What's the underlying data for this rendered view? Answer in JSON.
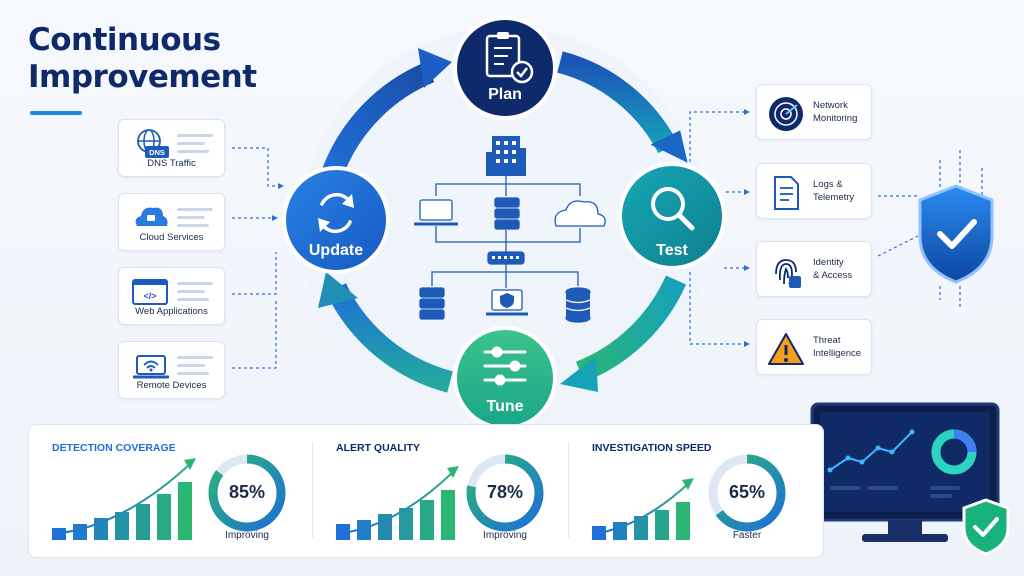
{
  "title": {
    "line1": "Continuous",
    "line2": "Improvement"
  },
  "cycle": {
    "plan": "Plan",
    "test": "Test",
    "tune": "Tune",
    "update": "Update"
  },
  "sources": [
    {
      "label": "DNS Traffic",
      "icon": "globe-icon",
      "badge": "DNS"
    },
    {
      "label": "Cloud Services",
      "icon": "cloud-icon"
    },
    {
      "label": "Web Applications",
      "icon": "code-window-icon",
      "badge": "</>"
    },
    {
      "label": "Remote Devices",
      "icon": "laptop-wifi-icon"
    }
  ],
  "capabilities": [
    {
      "line1": "Network",
      "line2": "Monitoring",
      "icon": "radar-icon"
    },
    {
      "line1": "Logs &",
      "line2": "Telemetry",
      "icon": "document-icon"
    },
    {
      "line1": "Identity",
      "line2": "& Access",
      "icon": "fingerprint-icon"
    },
    {
      "line1": "Threat",
      "line2": "Intelligence",
      "icon": "warning-icon"
    }
  ],
  "metrics": [
    {
      "title": "DETECTION COVERAGE",
      "percent": "85%",
      "value": 85,
      "status": "Improving",
      "bars": [
        12,
        16,
        22,
        28,
        36,
        46,
        58
      ]
    },
    {
      "title": "ALERT QUALITY",
      "percent": "78%",
      "value": 78,
      "status": "Improving",
      "bars": [
        16,
        20,
        26,
        32,
        40,
        50
      ]
    },
    {
      "title": "INVESTIGATION SPEED",
      "percent": "65%",
      "value": 65,
      "status": "Faster",
      "bars": [
        14,
        18,
        24,
        30,
        38
      ]
    }
  ],
  "colors": {
    "navy": "#0f2a6b",
    "blue": "#1e6fd9",
    "teal": "#139aa3",
    "green": "#2bb673",
    "shield": "#1565c0"
  }
}
